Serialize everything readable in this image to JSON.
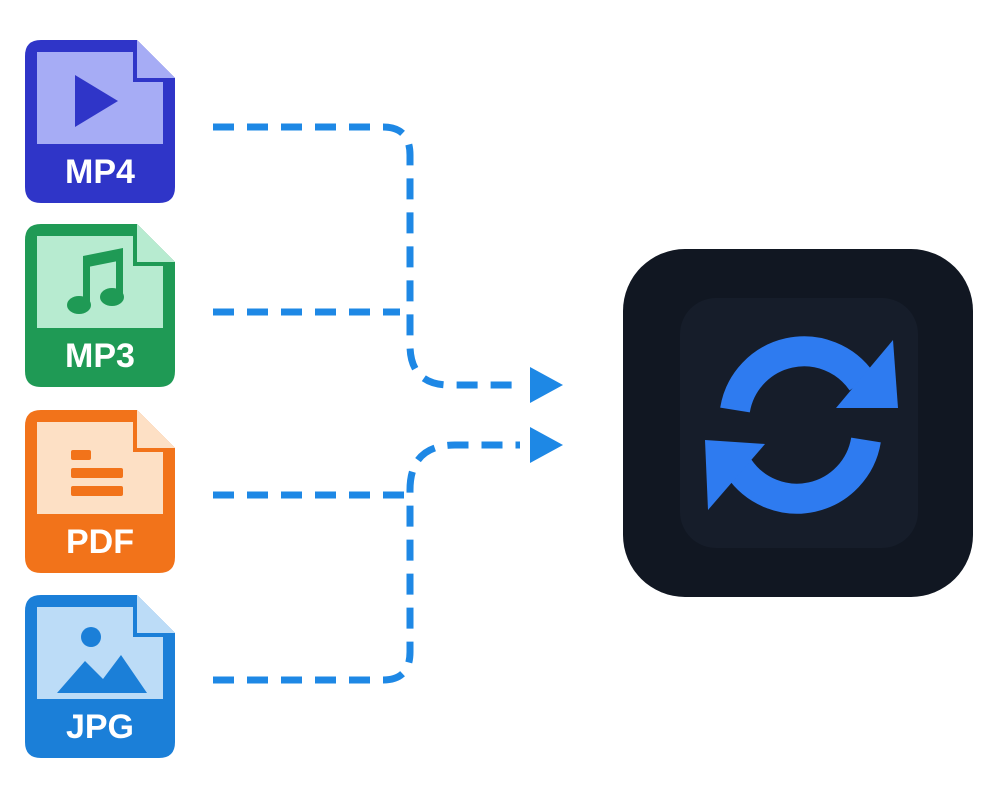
{
  "files": [
    {
      "id": "mp4",
      "label": "MP4",
      "icon": "play-icon",
      "color": "#2f35c8",
      "page_color": "#a6acf5"
    },
    {
      "id": "mp3",
      "label": "MP3",
      "icon": "music-note-icon",
      "color": "#1f9a55",
      "page_color": "#b7ebd0"
    },
    {
      "id": "pdf",
      "label": "PDF",
      "icon": "document-lines-icon",
      "color": "#f2731a",
      "page_color": "#fde0c5"
    },
    {
      "id": "jpg",
      "label": "JPG",
      "icon": "image-icon",
      "color": "#1b7fd8",
      "page_color": "#bcdcf7"
    }
  ],
  "converter": {
    "icon": "sync-arrows-icon",
    "background": "#111722",
    "accent": "#2e7bf0"
  },
  "connector_color": "#1e88e5"
}
